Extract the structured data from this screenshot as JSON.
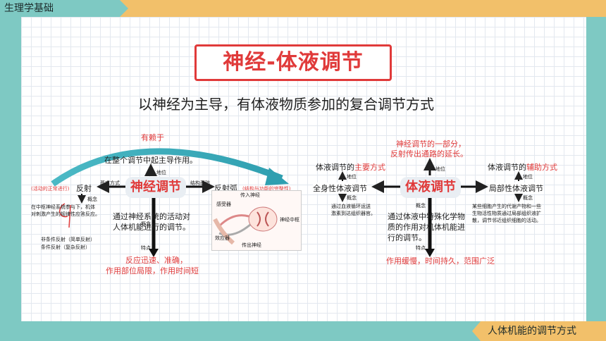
{
  "header": {
    "course": "生理学基础"
  },
  "footer": {
    "chapter": "人体机能的调节方式"
  },
  "title": "神经-体液调节",
  "subtitle": "以神经为主导，有体液物质参加的复合调节方式",
  "left": {
    "depends": "有赖于",
    "hub": "神经调节",
    "role": "在整个调节中起主导作用。",
    "role_tag": "地位",
    "method_tag": "基本方式",
    "reflex": "反射",
    "reflex_note": "(活动的正常进行)",
    "structure_tag": "结构基础",
    "arc": "反射弧",
    "arc_note": "(结构与功能的完整性)",
    "concept_tag": "概念",
    "reflex_def_1": "在中枢神经系统参与下，机体",
    "reflex_def_2": "对刺激产生的规律性应答反应。",
    "unconditioned": "非条件反射（简单反射）",
    "conditioned": "条件反射（复杂反射）",
    "concept_tag2": "概念",
    "hub_def_1": "通过神经系统的活动对",
    "hub_def_2": "人体机能进行的调节。",
    "feature_tag": "特点",
    "feature_1": "反应迅速、准确，",
    "feature_2": "作用部位局限，作用时间短",
    "img_labels": {
      "afferent": "传入神经",
      "receptor": "感受器",
      "center": "神经中枢",
      "effector": "效应器",
      "efferent": "传出神经"
    }
  },
  "right": {
    "top_note_1": "神经调节的一部分，",
    "top_note_2": "反射传出通路的延长。",
    "role_tag": "地位",
    "hub": "体液调节",
    "main_prefix": "体液调节的",
    "main_mode": "主要方式",
    "main_role_tag": "地位",
    "systemic": "全身性体液调节",
    "systemic_concept_tag": "概念",
    "systemic_def_1": "通过血液循环运送",
    "systemic_def_2": "激素到达组织器官。",
    "aux_prefix": "体液调节的",
    "aux_mode": "辅助方式",
    "aux_role_tag": "地位",
    "local": "局部性体液调节",
    "local_concept_tag": "概念",
    "local_def_1": "某些细胞产生的代谢产物和一些",
    "local_def_2": "生物活性物质通过局部组织液扩",
    "local_def_3": "散，调节邻近组织细胞的活动。",
    "hub_concept_tag": "概念",
    "hub_def_1": "通过体液中特殊化学物",
    "hub_def_2": "质的作用对机体机能进",
    "hub_def_3": "行的调节。",
    "feature_tag": "特点",
    "feature": "作用缓慢，时间持久，范围广泛"
  },
  "colors": {
    "accent_red": "#e03a3a",
    "teal": "#7ec9c3",
    "gold": "#f2c06a"
  }
}
